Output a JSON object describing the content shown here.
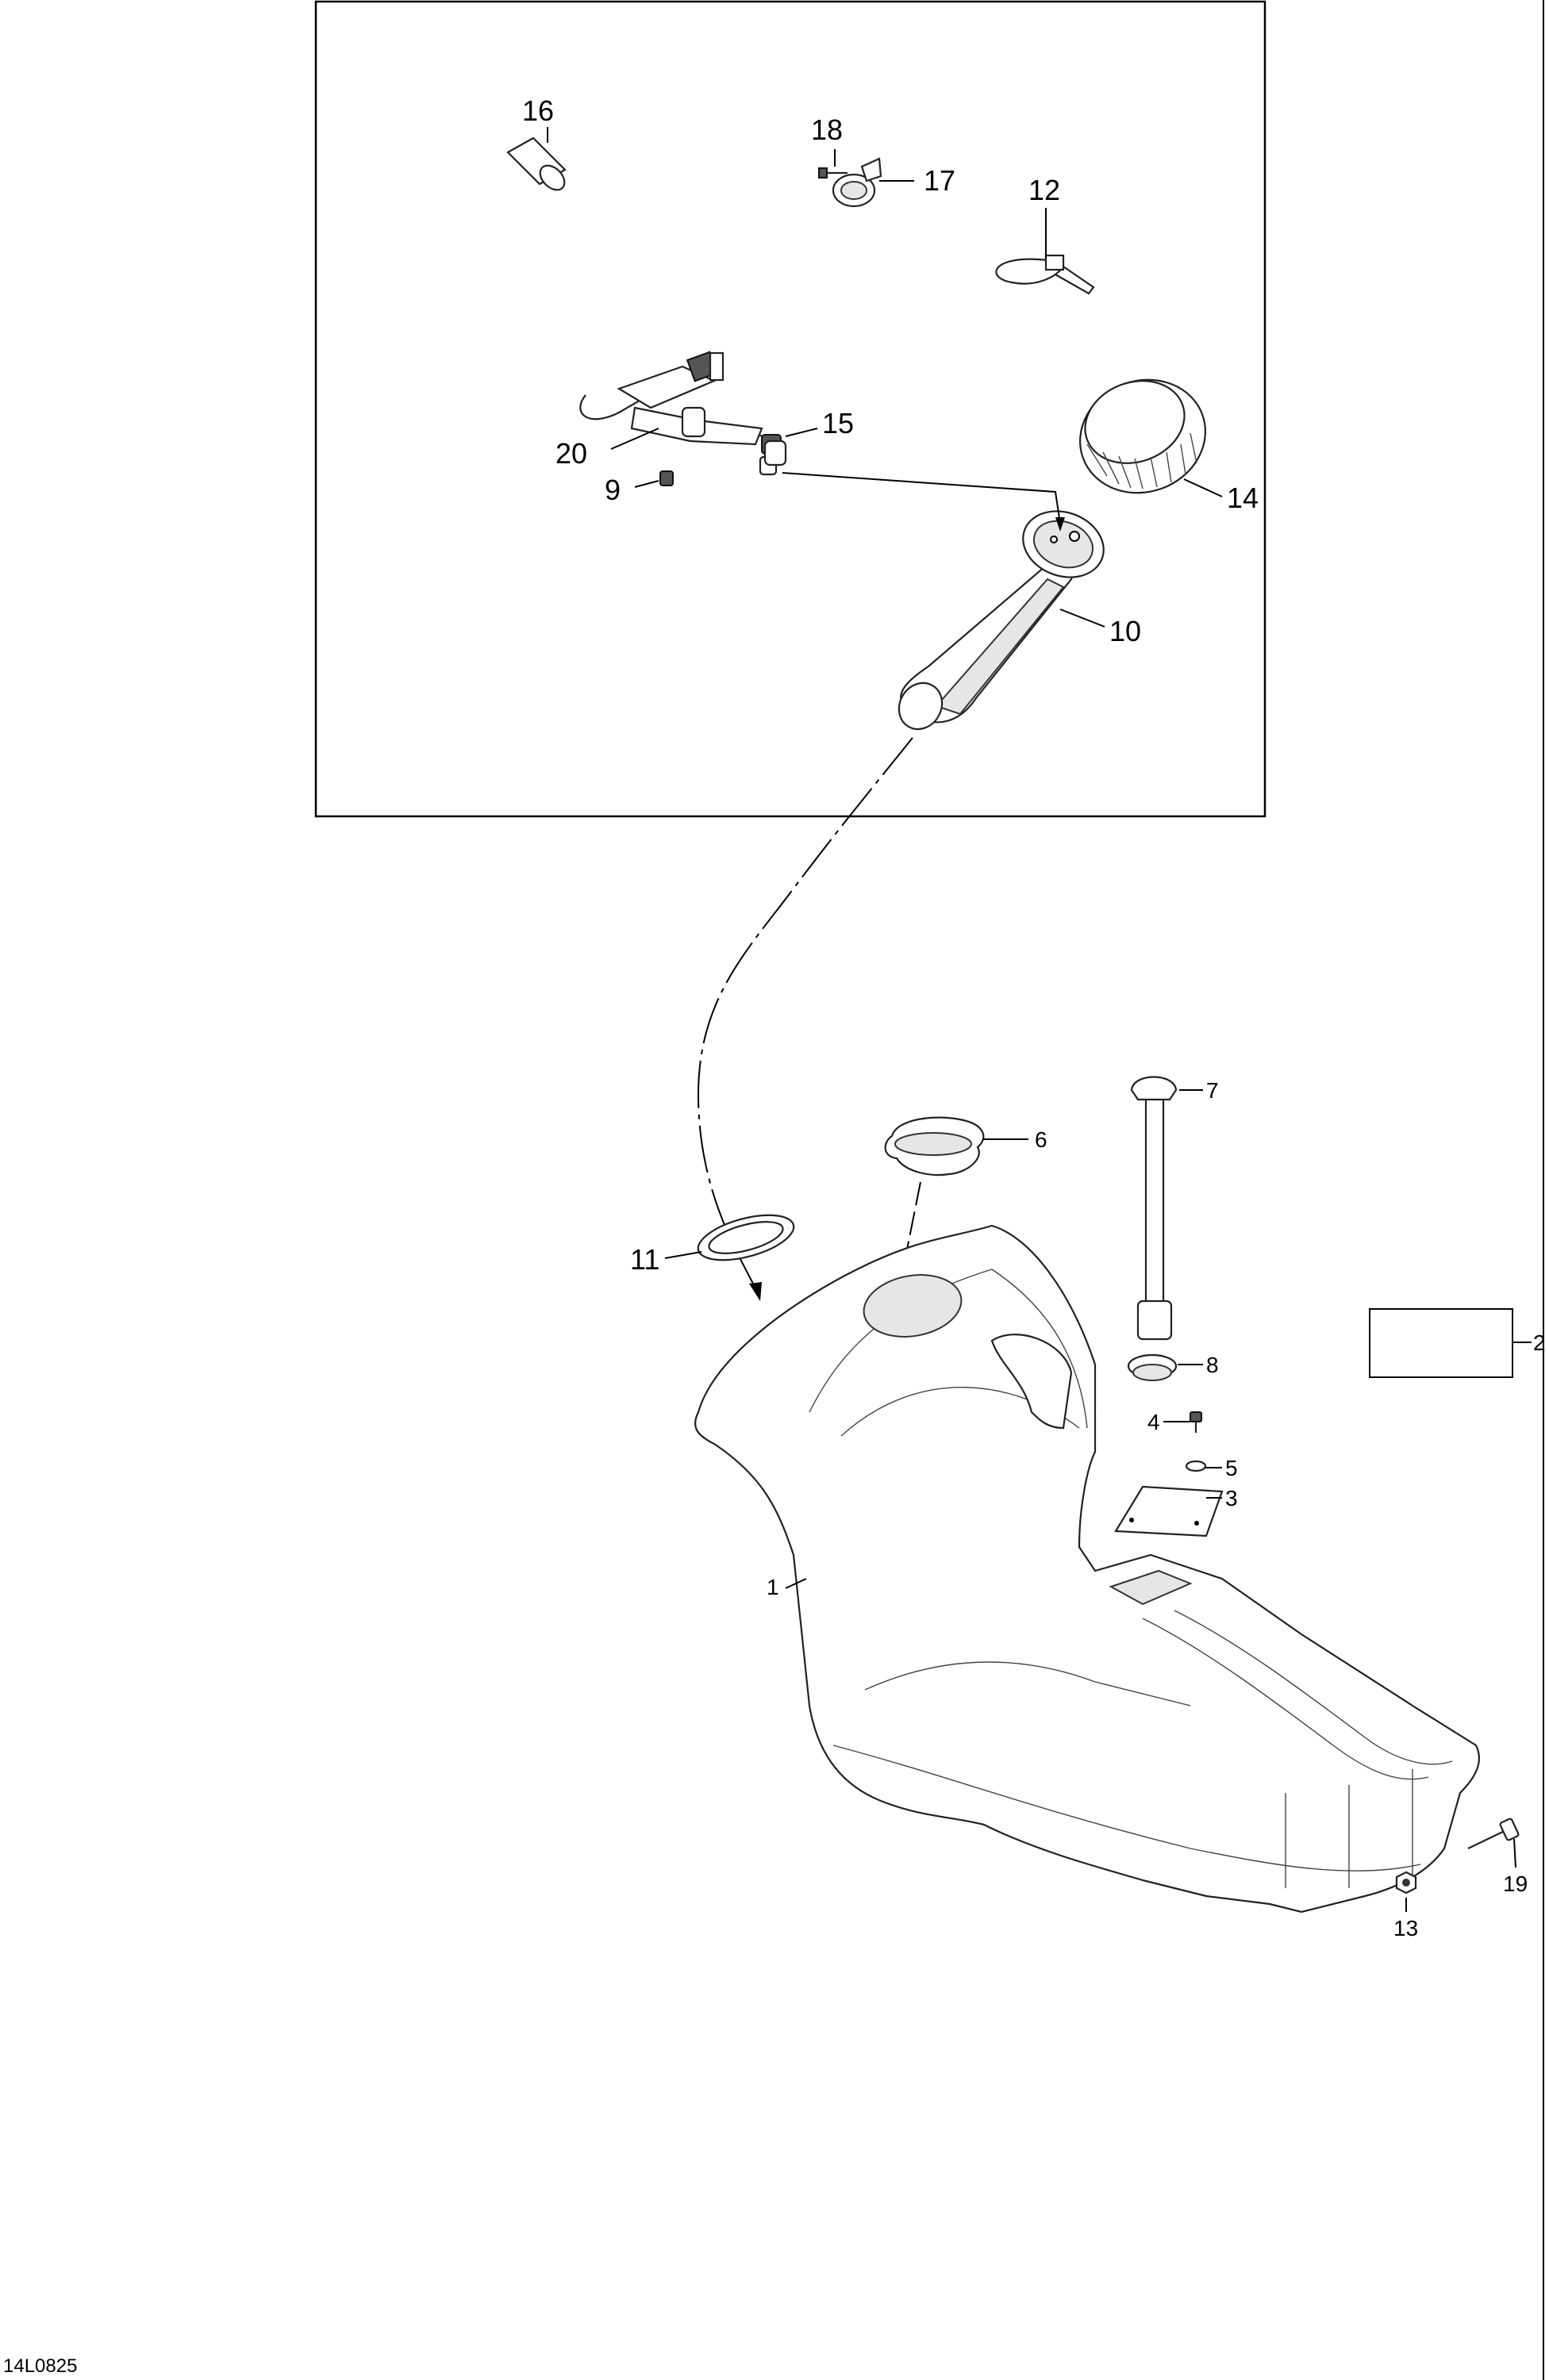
{
  "diagram": {
    "reference_code": "14L0825",
    "callouts": {
      "c1": "1",
      "c2": "2",
      "c3": "3",
      "c4": "4",
      "c5": "5",
      "c6": "6",
      "c7": "7",
      "c8": "8",
      "c9": "9",
      "c10": "10",
      "c11": "11",
      "c12": "12",
      "c13": "13",
      "c14": "14",
      "c15": "15",
      "c16": "16",
      "c17": "17",
      "c18": "18",
      "c19": "19",
      "c20": "20"
    }
  }
}
